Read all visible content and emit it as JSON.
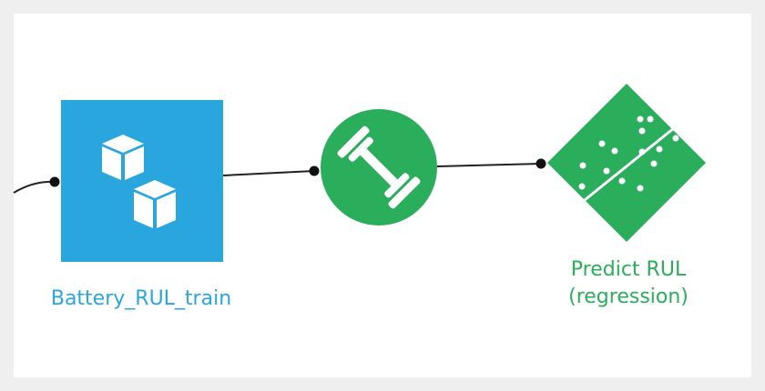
{
  "colors": {
    "dataset": "#2aa6df",
    "recipe": "#2aae5c",
    "model": "#2aae5c",
    "link": "#222222",
    "icon": "#ffffff"
  },
  "nodes": {
    "dataset": {
      "label": "Battery_RUL_train",
      "icon": "cubes-icon"
    },
    "recipe": {
      "icon": "dumbbell-icon"
    },
    "model": {
      "label_line1": "Predict RUL",
      "label_line2": "(regression)",
      "icon": "regression-scatter-icon"
    }
  }
}
